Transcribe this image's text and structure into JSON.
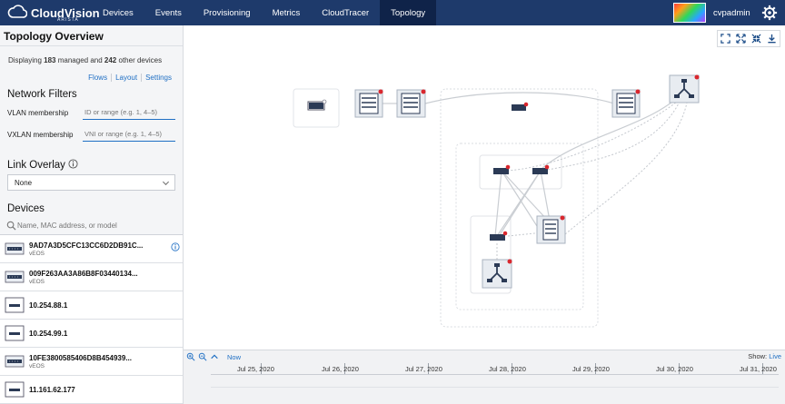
{
  "header": {
    "app_name": "CloudVision",
    "app_sub": "ARISTA",
    "tabs": [
      {
        "label": "Devices"
      },
      {
        "label": "Events"
      },
      {
        "label": "Provisioning"
      },
      {
        "label": "Metrics"
      },
      {
        "label": "CloudTracer"
      },
      {
        "label": "Topology",
        "active": true
      }
    ],
    "username": "cvpadmin",
    "accent": "#1e3a6b"
  },
  "sidebar": {
    "title": "Topology Overview",
    "display": {
      "prefix": "Displaying",
      "managed": "183",
      "mid": "managed and",
      "other": "242",
      "suffix": "other devices"
    },
    "links": [
      "Flows",
      "Layout",
      "Settings"
    ],
    "filters_title": "Network Filters",
    "vlan": {
      "label": "VLAN membership",
      "placeholder": "ID or range (e.g. 1, 4–5)"
    },
    "vxlan": {
      "label": "VXLAN membership",
      "placeholder": "VNI or range (e.g. 1, 4–5)"
    },
    "overlay_title": "Link Overlay",
    "overlay_value": "None",
    "devices_title": "Devices",
    "search_placeholder": "Name, MAC address, or model",
    "devices": [
      {
        "name": "9AD7A3D5CFC13CC6D2DB91C...",
        "type": "vEOS",
        "icon": "arista-switch-icon",
        "info": true
      },
      {
        "name": "009F263AA3A86B8F03440134...",
        "type": "vEOS",
        "icon": "arista-switch-icon"
      },
      {
        "name": "10.254.88.1",
        "type": "",
        "icon": "generic-device-icon"
      },
      {
        "name": "10.254.99.1",
        "type": "",
        "icon": "generic-device-icon"
      },
      {
        "name": "10FE3800585406D8B454939...",
        "type": "vEOS",
        "icon": "arista-switch-icon"
      },
      {
        "name": "11.161.62.177",
        "type": "",
        "icon": "generic-device-icon"
      }
    ]
  },
  "timeline": {
    "now_label": "Now",
    "show_label": "Show:",
    "show_value": "Live",
    "dates": [
      "Jul 25, 2020",
      "Jul 26, 2020",
      "Jul 27, 2020",
      "Jul 28, 2020",
      "Jul 29, 2020",
      "Jul 30, 2020",
      "Jul 31, 2020"
    ]
  }
}
